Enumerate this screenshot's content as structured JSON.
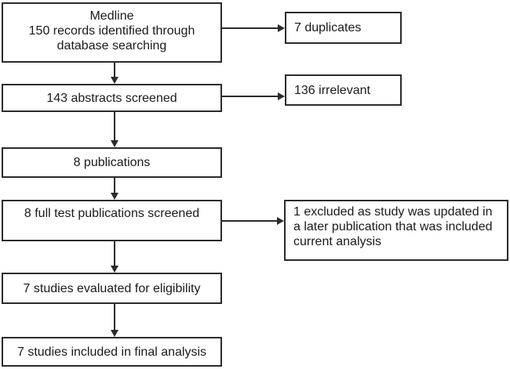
{
  "flow": {
    "colors": {
      "background": "#ffffff",
      "box_background": "#ffffff",
      "border": "#2b2b2b",
      "text": "#1a1a1a"
    },
    "main": {
      "records": "Medline\n150 records identified through\ndatabase searching",
      "abstracts": "143 abstracts screened",
      "publications": "8 publications",
      "fulltext": "8 full test publications screened",
      "eligibility": "7 studies evaluated for eligibility",
      "final": "7 studies included in final analysis"
    },
    "side": {
      "duplicates": "7 duplicates",
      "irrelevant": "136 irrelevant",
      "excluded": "1 excluded as study was updated in\na later publication that was included\ncurrent analysis"
    }
  }
}
